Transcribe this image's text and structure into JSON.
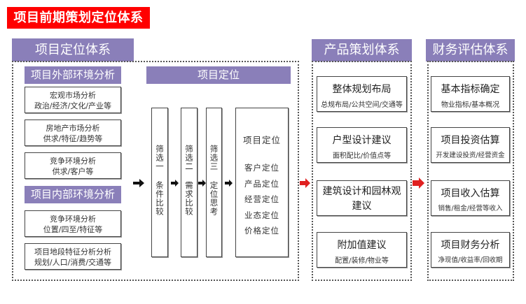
{
  "title": "项目前期策划定位体系",
  "colors": {
    "title_bg": "#ff0000",
    "tab_bg": "#8a7fb9",
    "arrow_red": "#e02020",
    "arrow_black": "#111111"
  },
  "positioning_system": {
    "header": "项目定位体系",
    "external": {
      "header": "项目外部环境分析",
      "cards": [
        {
          "title": "宏观市场分析",
          "detail": "政治/经济/文化/产业等"
        },
        {
          "title": "房地产市场分析",
          "detail": "供求/特征/趋势等"
        },
        {
          "title": "竞争环境分析",
          "detail": "供求/客户等"
        }
      ]
    },
    "internal": {
      "header": "项目内部环境分析",
      "cards": [
        {
          "title": "竞争环境分析",
          "detail": "位置/四至/特征等"
        },
        {
          "title": "项目地段特征分析分析",
          "detail": "规划/人口/消费/交通等"
        }
      ]
    },
    "positioning": {
      "header": "项目定位",
      "filters": [
        {
          "step": "筛选一",
          "name": "条件比较"
        },
        {
          "step": "筛选二",
          "name": "需求比较"
        },
        {
          "step": "筛选三",
          "name": "定位思考"
        }
      ],
      "result": {
        "title": "项目定位",
        "items": [
          "客户定位",
          "产品定位",
          "经营定位",
          "业态定位",
          "价格定位"
        ]
      }
    }
  },
  "product_system": {
    "header": "产品策划体系",
    "cards": [
      {
        "title": "整体规划布局",
        "detail": "总规布局/公共空间/交通等"
      },
      {
        "title": "户型设计建议",
        "detail": "面积配比/价值点等"
      },
      {
        "title": "建筑设计和园林观建议",
        "detail": ""
      },
      {
        "title": "附加值建议",
        "detail": "配置/装修/物业等"
      }
    ]
  },
  "finance_system": {
    "header": "财务评估体系",
    "cards": [
      {
        "title": "基本指标确定",
        "detail": "物业指标/基本概况"
      },
      {
        "title": "项目投资估算",
        "detail": "开发建设投资/经营资金"
      },
      {
        "title": "项目收入估算",
        "detail": "销售/租金/经营等收入"
      },
      {
        "title": "项目财务分析",
        "detail": "净现值/收益率/回收期"
      }
    ]
  }
}
